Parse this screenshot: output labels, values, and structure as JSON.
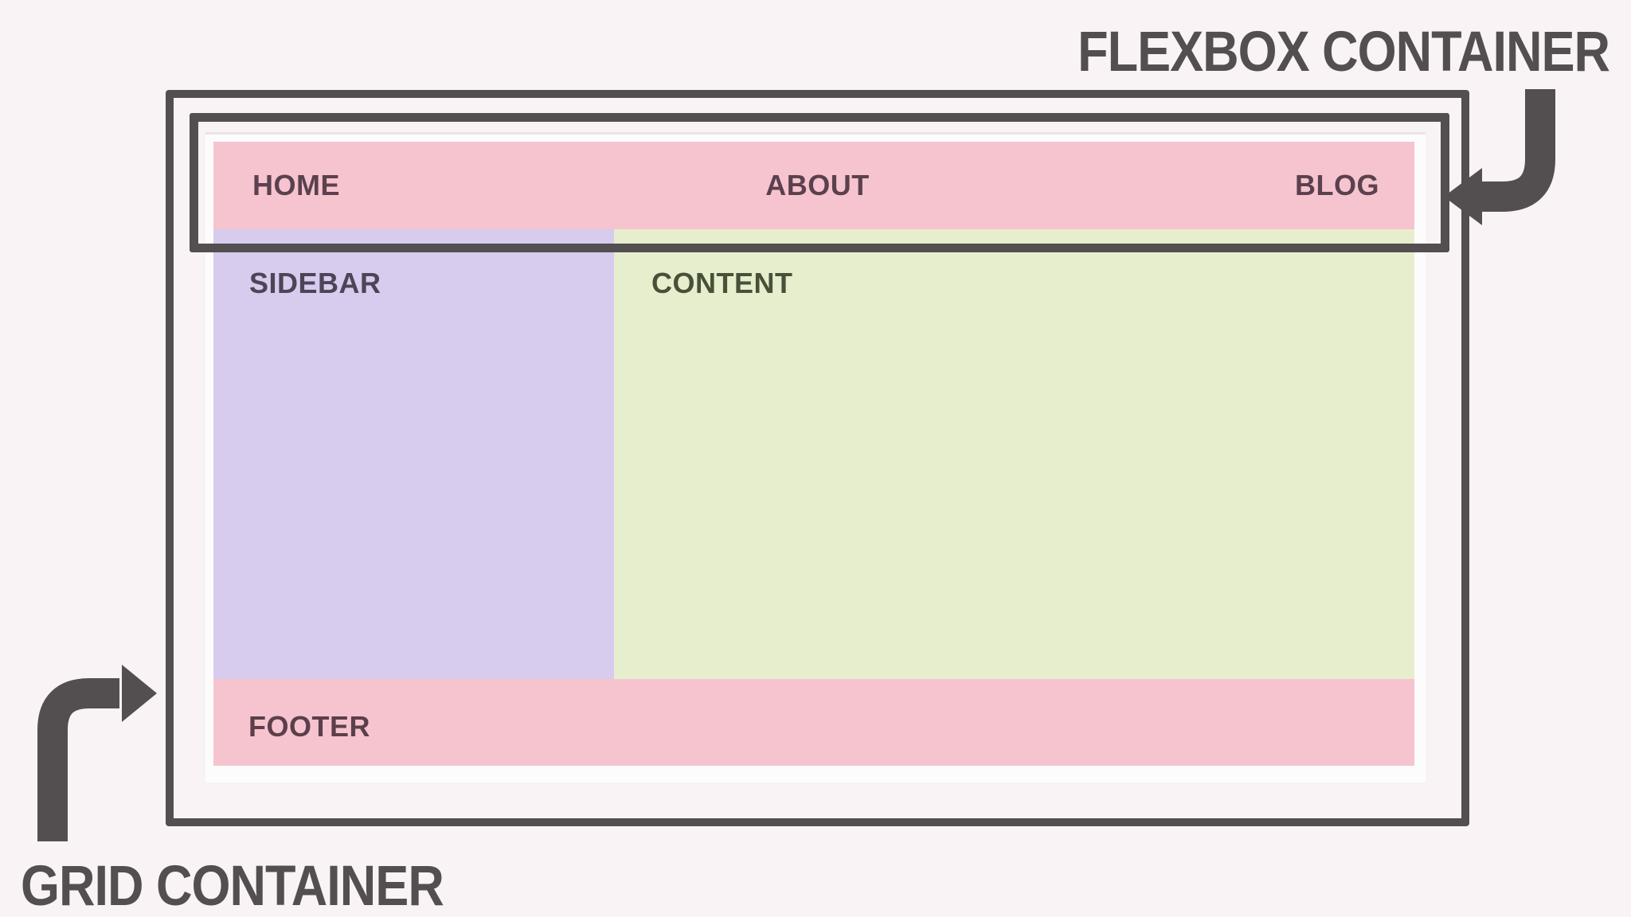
{
  "annotations": {
    "flexbox_label": "FLEXBOX CONTAINER",
    "grid_label": "GRID CONTAINER"
  },
  "mockup": {
    "nav": {
      "items": [
        {
          "label": "HOME"
        },
        {
          "label": "ABOUT"
        },
        {
          "label": "BLOG"
        }
      ]
    },
    "sidebar": {
      "label": "SIDEBAR"
    },
    "content": {
      "label": "CONTENT"
    },
    "footer": {
      "label": "FOOTER"
    }
  },
  "icons": {
    "flexbox_arrow": "elbow-arrow-pointing-left",
    "grid_arrow": "elbow-arrow-pointing-right"
  },
  "colors": {
    "background": "#f9f3f5",
    "page": "#fdfcfd",
    "nav_pink": "#f6c4ce",
    "sidebar_purple": "#d7cbee",
    "content_green": "#e7eecd",
    "footer_pink": "#f6c4ce",
    "outline_dark": "#534e50",
    "annotation_text": "#534e50",
    "nav_text": "#5a414d",
    "sidebar_text": "#4e4457",
    "content_text": "#475139",
    "footer_text": "#5c3f4b"
  }
}
